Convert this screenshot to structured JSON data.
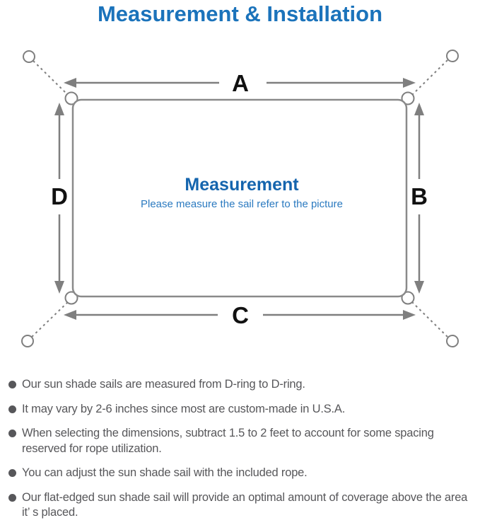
{
  "page": {
    "title": "Measurement & Installation"
  },
  "diagram": {
    "labels": {
      "top": "A",
      "right": "B",
      "bottom": "C",
      "left": "D"
    },
    "center_title": "Measurement",
    "center_subtitle": "Please measure the sail refer to the picture",
    "colors": {
      "title_blue": "#1b73bb",
      "center_title_blue": "#1565ae",
      "center_subtitle_blue": "#2b7ac0",
      "line_gray": "#7f7f7f",
      "label_black": "#111111"
    },
    "icons": [
      "anchor-ring-icon",
      "d-ring-icon",
      "measure-arrow-icon"
    ]
  },
  "bullets": {
    "items": [
      {
        "text": "Our sun shade sails are measured from D-ring to D-ring."
      },
      {
        "text": "It may vary by 2-6 inches since most are custom-made in U.S.A."
      },
      {
        "text": "When selecting the dimensions, subtract 1.5 to 2 feet to account for some spacing reserved for rope utilization."
      },
      {
        "text": "You can adjust the sun shade sail with the included rope."
      },
      {
        "text": "Our flat-edged sun shade sail will provide an optimal amount of coverage above the area it’ s placed."
      }
    ]
  }
}
